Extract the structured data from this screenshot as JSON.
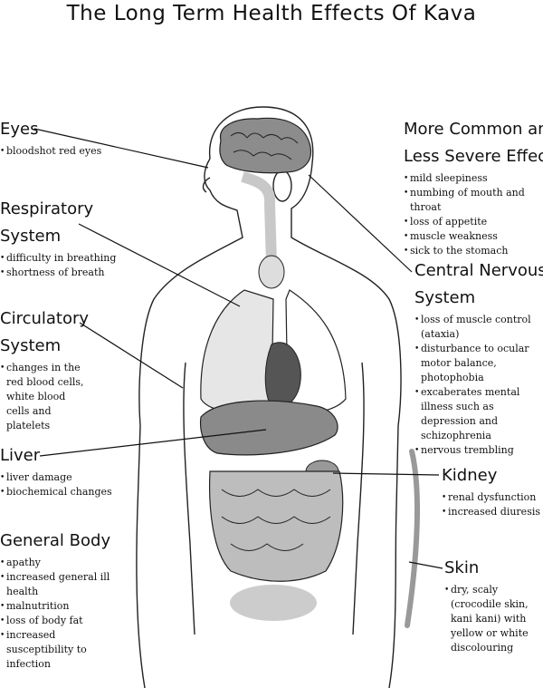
{
  "title": "The Long Term Health Effects Of Kava",
  "eyes": {
    "heading": "Eyes",
    "items": [
      "bloodshot red eyes"
    ]
  },
  "respiratory": {
    "heading_1": "Respiratory",
    "heading_2": "System",
    "items": [
      "difficulty in breathing",
      "shortness of breath"
    ]
  },
  "circulatory": {
    "heading_1": "Circulatory",
    "heading_2": "System",
    "items": [
      "changes in the red blood cells, white blood cells and platelets"
    ]
  },
  "liver": {
    "heading": "Liver",
    "items": [
      "liver damage",
      "biochemical changes"
    ]
  },
  "general": {
    "heading": "General Body",
    "items": [
      "apathy",
      "increased general ill health",
      "malnutrition",
      "loss of body fat",
      "increased susceptibility to infection"
    ]
  },
  "common": {
    "heading_1": "More Common and",
    "heading_2": "Less Severe Effects",
    "items": [
      "mild sleepiness",
      "numbing of mouth and throat",
      "loss of appetite",
      "muscle weakness",
      "sick to the stomach"
    ]
  },
  "cns": {
    "heading_1": "Central Nervous",
    "heading_2": "System",
    "items": [
      "loss of muscle control (ataxia)",
      "disturbance to ocular motor balance, photophobia",
      "excaberates mental illness such as depression and schizophrenia",
      "nervous trembling"
    ]
  },
  "kidney": {
    "heading": "Kidney",
    "items": [
      "renal dysfunction",
      "increased diuresis"
    ]
  },
  "skin": {
    "heading": "Skin",
    "items": [
      "dry, scaly (crocodile skin, kani kani) with yellow or white discolouring"
    ]
  }
}
